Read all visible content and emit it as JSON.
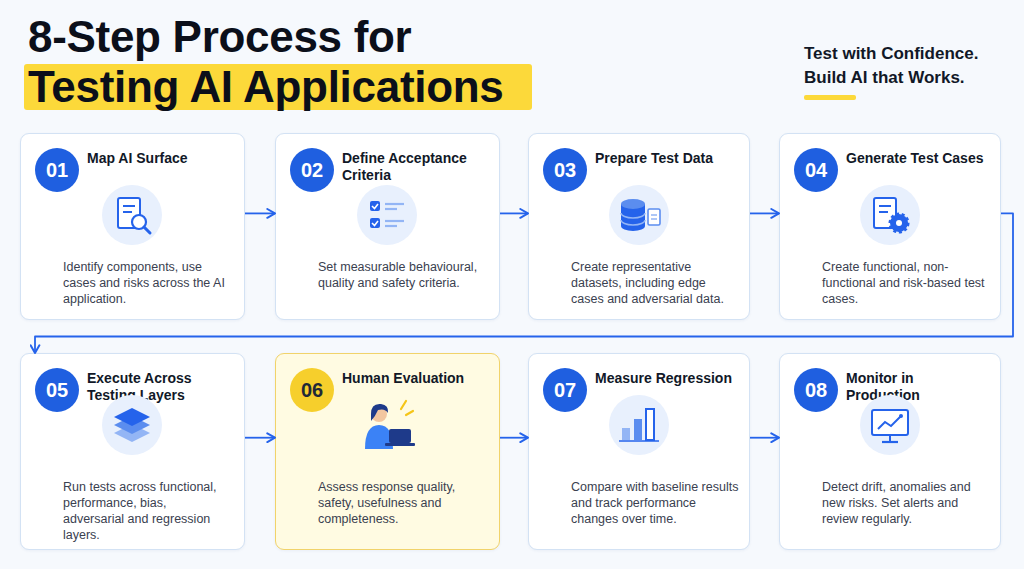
{
  "diagram": {
    "title": "8-Step Process for Testing AI Applications",
    "nodes": [
      {
        "text": [
          "Map AI Surface",
          "Identify components, use cases and risks across the AI application."
        ]
      },
      {
        "text": [
          "01"
        ],
        "in": 0
      },
      {
        "text": [
          "Define Acceptance Criteria",
          "Set measurable behavioural, quality and safety criteria."
        ]
      },
      {
        "text": [
          "02"
        ],
        "in": 2
      },
      {
        "text": [
          "Prepare Test Data",
          "Create representative datasets, including edge cases and adversarial data."
        ]
      },
      {
        "text": [
          "03"
        ],
        "in": 4
      },
      {
        "text": [
          "Generate Test Cases",
          "Create functional, non-functional and risk-based test cases."
        ]
      },
      {
        "text": [
          "04"
        ],
        "in": 6
      },
      {
        "text": [
          "Execute Across Testing Layers",
          "Run tests across functional, performance, bias, adversarial and regression layers."
        ]
      },
      {
        "text": [
          "05"
        ],
        "in": 8
      },
      {
        "text": [
          "Human Evaluation",
          "Assess response quality, safety, usefulness and completeness."
        ]
      },
      {
        "text": [
          "06"
        ],
        "in": 10
      },
      {
        "text": [
          "Measure Regression",
          "Compare with baseline results and track performance changes over time."
        ]
      },
      {
        "text": [
          "07"
        ],
        "in": 12
      },
      {
        "text": [
          "Monitor in Production",
          "Detect drift, anomalies and new risks. Set alerts and review regularly."
        ]
      },
      {
        "text": [
          "08"
        ],
        "in": 14
      }
    ],
    "edges": [
      {
        "from": 0,
        "to": 2,
        "arrow": "to"
      },
      {
        "from": 2,
        "to": 4,
        "arrow": "to"
      },
      {
        "from": 4,
        "to": 6,
        "arrow": "to"
      },
      {
        "from": 6,
        "to": 8,
        "arrow": "to"
      },
      {
        "from": 8,
        "to": 10,
        "arrow": "to"
      },
      {
        "from": 10,
        "to": 12,
        "arrow": "to"
      },
      {
        "from": 12,
        "to": 14,
        "arrow": "to"
      }
    ],
    "labels": [
      "Test with Confidence. Build AI that Works."
    ]
  }
}
